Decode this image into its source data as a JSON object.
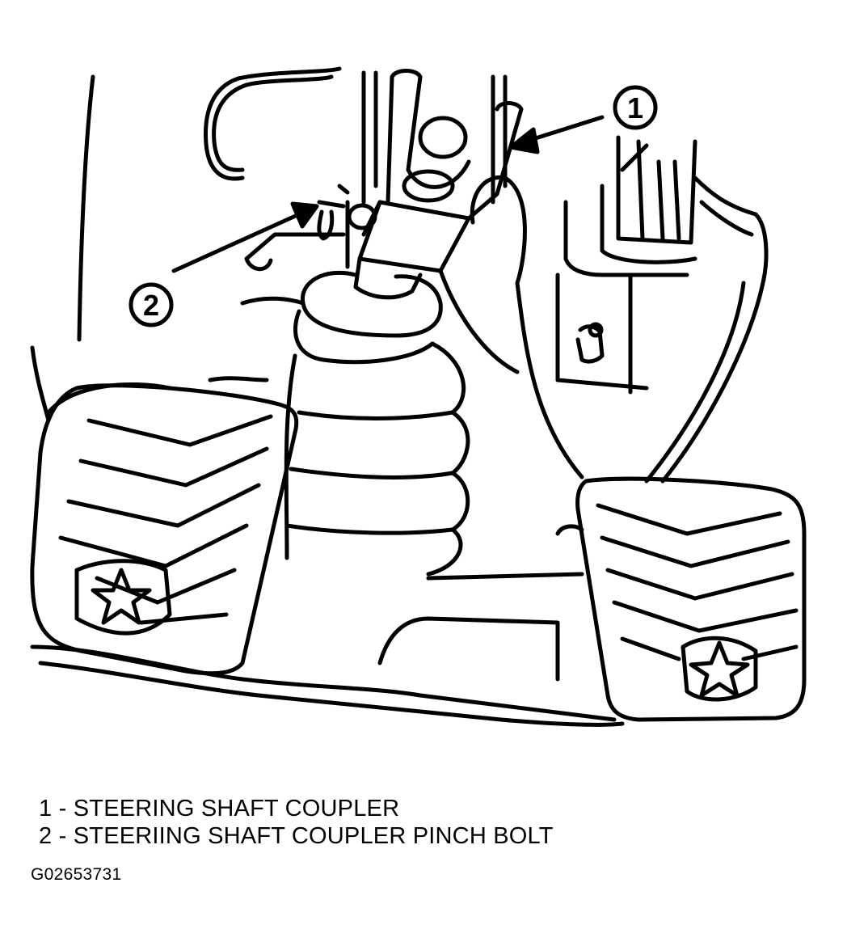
{
  "callouts": [
    {
      "number": "1",
      "target": "steering-shaft-coupler"
    },
    {
      "number": "2",
      "target": "coupler-pinch-bolt"
    }
  ],
  "legend": {
    "items": [
      {
        "number": "1",
        "separator": "-",
        "text": "STEERING SHAFT COUPLER"
      },
      {
        "number": "2",
        "separator": "-",
        "text": "STEERIING SHAFT COUPLER PINCH BOLT"
      }
    ]
  },
  "figure_id": "G02653731",
  "colors": {
    "line": "#000000",
    "background": "#ffffff"
  }
}
